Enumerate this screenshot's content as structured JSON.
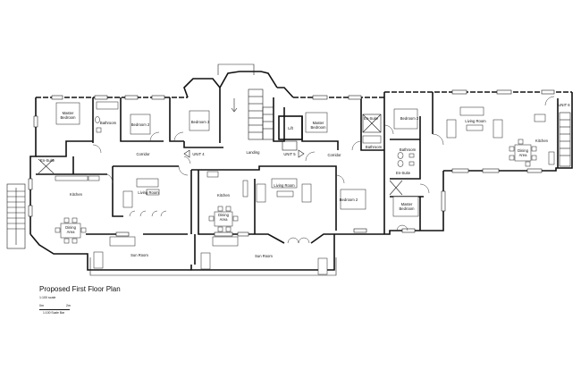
{
  "drawing": {
    "title": "Proposed First Floor Plan",
    "scale_note": "1:100 scale",
    "scale_bar": {
      "left": "0m",
      "right": "2m",
      "caption": "1:100 Scale Bar"
    }
  },
  "units": [
    {
      "id": "unit4",
      "label": "UNIT 4"
    },
    {
      "id": "unit5",
      "label": "UNIT 5"
    },
    {
      "id": "unit6",
      "label": "UNIT 6"
    }
  ],
  "rooms": {
    "master_bedroom_a": [
      "Master",
      "Bedroom"
    ],
    "bathroom_a": "Bathroom",
    "bedroom2_a": "Bedroom 2",
    "en_suite_a": "En-Suite",
    "corridor_a": "Corridor",
    "kitchen_a": "Kitchen",
    "living_a": "Living Room",
    "dining_a": [
      "Dining",
      "Area"
    ],
    "sun_a": "Sun Room",
    "bedroom3": "Bedroom 3",
    "landing": "Landing",
    "lift": "Lift",
    "master_bedroom_b": [
      "Master",
      "Bedroom"
    ],
    "en_suite_b": "En-Suite",
    "bathroom_b": "Bathroom",
    "corridor_b": "Corridor",
    "bedroom2_b": "Bedroom 2",
    "kitchen_b": "Kitchen",
    "living_b": "Living Room",
    "dining_b": [
      "Dining",
      "Area"
    ],
    "sun_b": "Sun Room",
    "bedroom2_c": "Bedroom 2",
    "bathroom_c": "Bathroom",
    "en_suite_c": "En-Suite",
    "master_bedroom_c": [
      "Master",
      "Bedroom"
    ],
    "living_c": "Living Room",
    "kitchen_c": "Kitchen",
    "dining_c": [
      "Dining",
      "Area"
    ]
  },
  "colors": {
    "line": "#111111",
    "background": "#ffffff",
    "secondary_line": "#888888"
  }
}
